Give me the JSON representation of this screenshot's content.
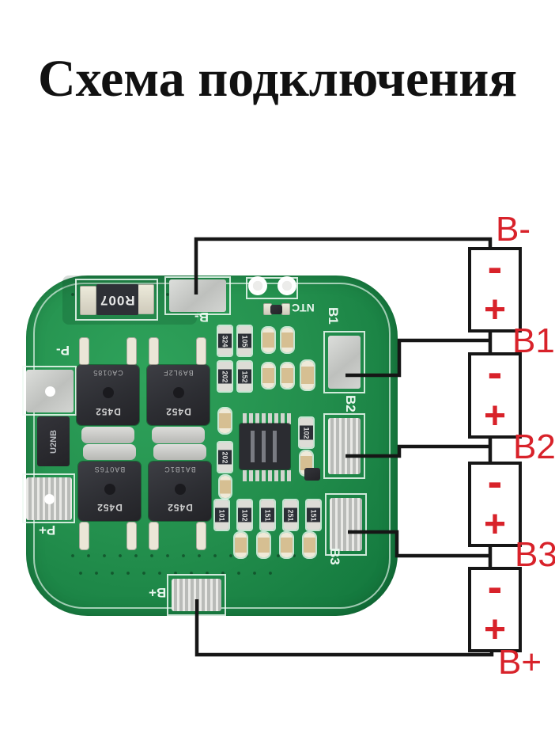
{
  "title": "Схема подключения",
  "colors": {
    "accent_red": "#d8222a",
    "board_green": "#238f4d",
    "wire_black": "#161616",
    "pad_silver": "#c9cbc8",
    "silkscreen_white": "#eaf7ef"
  },
  "pcb": {
    "silkscreen": {
      "b_minus": "B-",
      "b_plus": "B+",
      "p_minus": "P-",
      "p_plus": "P+",
      "b1": "B1",
      "b2": "B2",
      "b3": "B3",
      "ntc": "NTC"
    },
    "components": {
      "shunt_resistor": "R007",
      "diode": "U2NB",
      "mosfets": [
        {
          "part": "D452",
          "lot": "CA0185"
        },
        {
          "part": "D452",
          "lot": "BA9L2F"
        },
        {
          "part": "D452",
          "lot": "BA0T6S"
        },
        {
          "part": "D452",
          "lot": "BA1B1C"
        }
      ],
      "resistors_top": [
        "324",
        "105",
        "202",
        "152",
        "202",
        "102"
      ],
      "resistors_bottom": [
        "101",
        "102",
        "151",
        "251",
        "151"
      ]
    }
  },
  "diagram": {
    "terminals": [
      {
        "id": "B-",
        "label": "B-"
      },
      {
        "id": "B1",
        "label": "B1"
      },
      {
        "id": "B2",
        "label": "B2"
      },
      {
        "id": "B3",
        "label": "B3"
      },
      {
        "id": "B+",
        "label": "B+"
      }
    ],
    "battery": {
      "count": 4,
      "minus": "-",
      "plus": "+"
    }
  }
}
